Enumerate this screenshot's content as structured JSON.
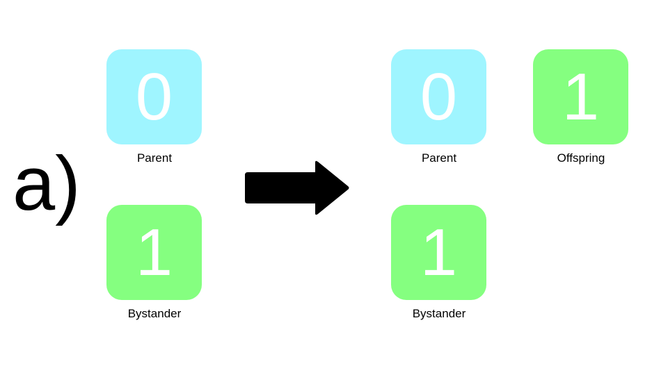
{
  "panel_label": "a)",
  "colors": {
    "state_0": "#9ff5ff",
    "state_1": "#85ff80",
    "arrow": "#000000"
  },
  "before": {
    "parent": {
      "value": "0",
      "label": "Parent"
    },
    "bystander": {
      "value": "1",
      "label": "Bystander"
    }
  },
  "after": {
    "parent": {
      "value": "0",
      "label": "Parent"
    },
    "offspring": {
      "value": "1",
      "label": "Offspring"
    },
    "bystander": {
      "value": "1",
      "label": "Bystander"
    }
  },
  "arrow_icon": "right-arrow-icon"
}
